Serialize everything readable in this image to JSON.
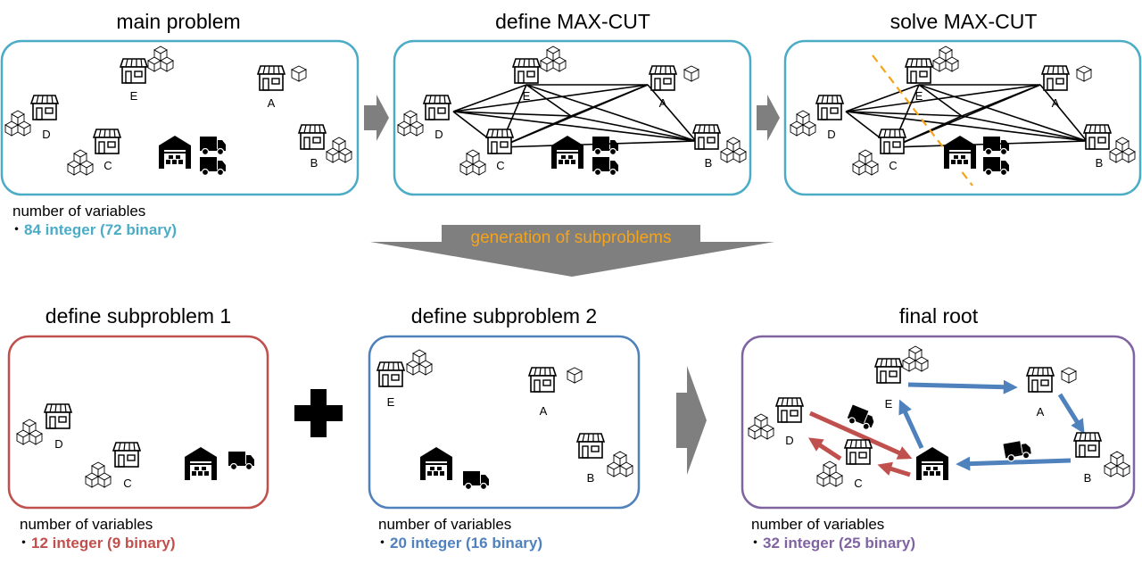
{
  "colors": {
    "teal": "#4bacc6",
    "red": "#c0504d",
    "blue": "#4f81bd",
    "purple": "#8064a2",
    "gray": "#7f7f7f",
    "orange": "#f5a31a"
  },
  "panels": {
    "main": {
      "title": "main problem"
    },
    "define_cut": {
      "title": "define MAX-CUT"
    },
    "solve_cut": {
      "title": "solve MAX-CUT"
    },
    "sub1": {
      "title": "define subproblem 1"
    },
    "sub2": {
      "title": "define subproblem 2"
    },
    "final": {
      "title": "final root"
    }
  },
  "nodes": {
    "a": "A",
    "b": "B",
    "c": "C",
    "d": "D",
    "e": "E"
  },
  "generation_label": "generation of subproblems",
  "variables": {
    "heading": "number of variables",
    "bullet": "・",
    "main": "84 integer (72 binary)",
    "sub1": "12 integer (9 binary)",
    "sub2": "20 integer (16 binary)",
    "final": "32 integer (25 binary)"
  },
  "icons": [
    "store-icon",
    "boxes-icon",
    "warehouse-icon",
    "truck-icon",
    "plus-icon",
    "arrow-icon"
  ]
}
